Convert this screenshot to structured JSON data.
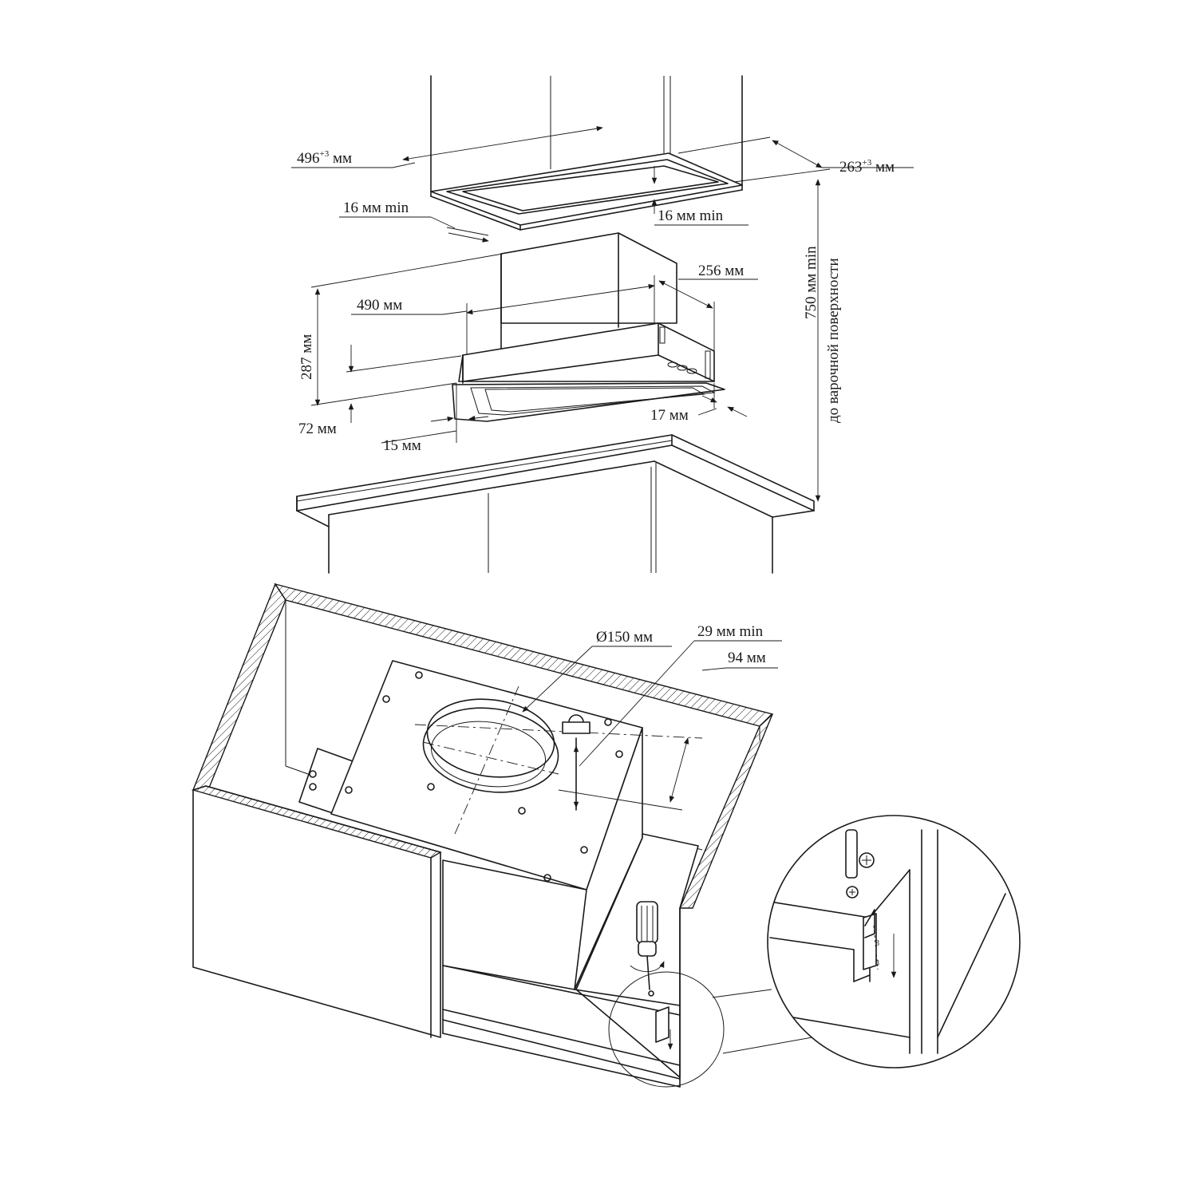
{
  "dimensions": {
    "cabinet_width": "496",
    "cabinet_width_tol": "+3",
    "cabinet_depth": "263",
    "cabinet_depth_tol": "+3",
    "unit": "мм",
    "side_clearance_left": "16 мм min",
    "side_clearance_right": "16 мм min",
    "hood_width": "490 мм",
    "hood_depth": "256 мм",
    "hood_height": "287 мм",
    "front_panel_height": "72 мм",
    "front_offset": "15 мм",
    "right_offset": "17 мм",
    "height_above_hob_line1": "750 мм min",
    "height_above_hob_line2": "до варочной поверхности",
    "duct_diameter": "Ø150 мм",
    "duct_clearance": "29 мм min",
    "duct_offset": "94 мм"
  },
  "detail_labels": {
    "label_a": "3",
    "label_b": "3"
  }
}
